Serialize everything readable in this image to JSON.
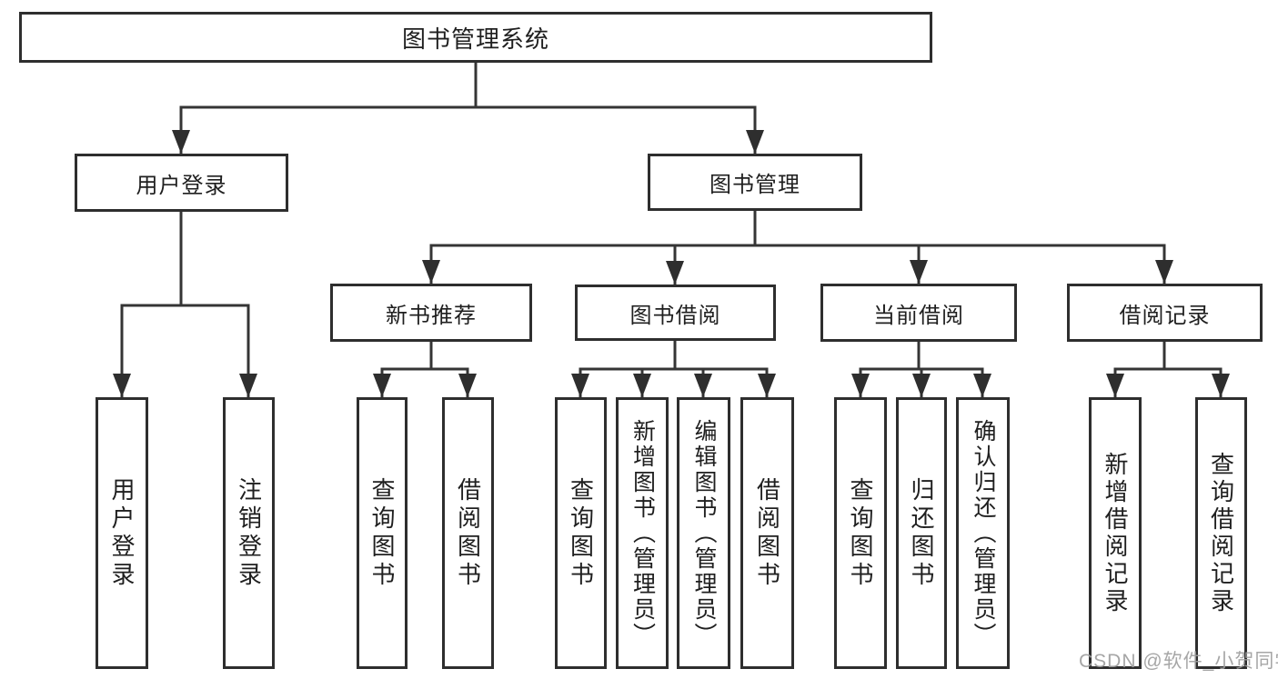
{
  "diagram": {
    "type": "tree",
    "title": "图书管理系统",
    "colors": {
      "background": "#ffffff",
      "box_border": "#2e2e2e",
      "line": "#353535",
      "text": "#1f1f1f",
      "watermark": "#9e9e9e"
    },
    "nodes": {
      "root": {
        "label": "图书管理系统"
      },
      "login": {
        "label": "用户登录"
      },
      "mgmt": {
        "label": "图书管理"
      },
      "rec": {
        "label": "新书推荐"
      },
      "borrow": {
        "label": "图书借阅"
      },
      "current": {
        "label": "当前借阅"
      },
      "records": {
        "label": "借阅记录"
      },
      "login_user": {
        "label": "用户登录"
      },
      "login_logout": {
        "label": "注销登录"
      },
      "rec_query": {
        "label": "查询图书"
      },
      "rec_borrow": {
        "label": "借阅图书"
      },
      "borrow_query": {
        "label": "查询图书"
      },
      "borrow_add": {
        "label": "新增图书（管理员）"
      },
      "borrow_edit": {
        "label": "编辑图书（管理员）"
      },
      "borrow_borrow": {
        "label": "借阅图书"
      },
      "cur_query": {
        "label": "查询图书"
      },
      "cur_return": {
        "label": "归还图书"
      },
      "cur_confirm": {
        "label": "确认归还（管理员）"
      },
      "records_add": {
        "label": "新增借阅记录"
      },
      "records_query": {
        "label": "查询借阅记录"
      }
    },
    "hierarchy": {
      "图书管理系统": [
        "用户登录",
        "图书管理"
      ],
      "用户登录": [
        "用户登录",
        "注销登录"
      ],
      "图书管理": [
        "新书推荐",
        "图书借阅",
        "当前借阅",
        "借阅记录"
      ],
      "新书推荐": [
        "查询图书",
        "借阅图书"
      ],
      "图书借阅": [
        "查询图书",
        "新增图书（管理员）",
        "编辑图书（管理员）",
        "借阅图书"
      ],
      "当前借阅": [
        "查询图书",
        "归还图书",
        "确认归还（管理员）"
      ],
      "借阅记录": [
        "新增借阅记录",
        "查询借阅记录"
      ]
    },
    "watermark": "CSDN @软件_小贺同学"
  }
}
